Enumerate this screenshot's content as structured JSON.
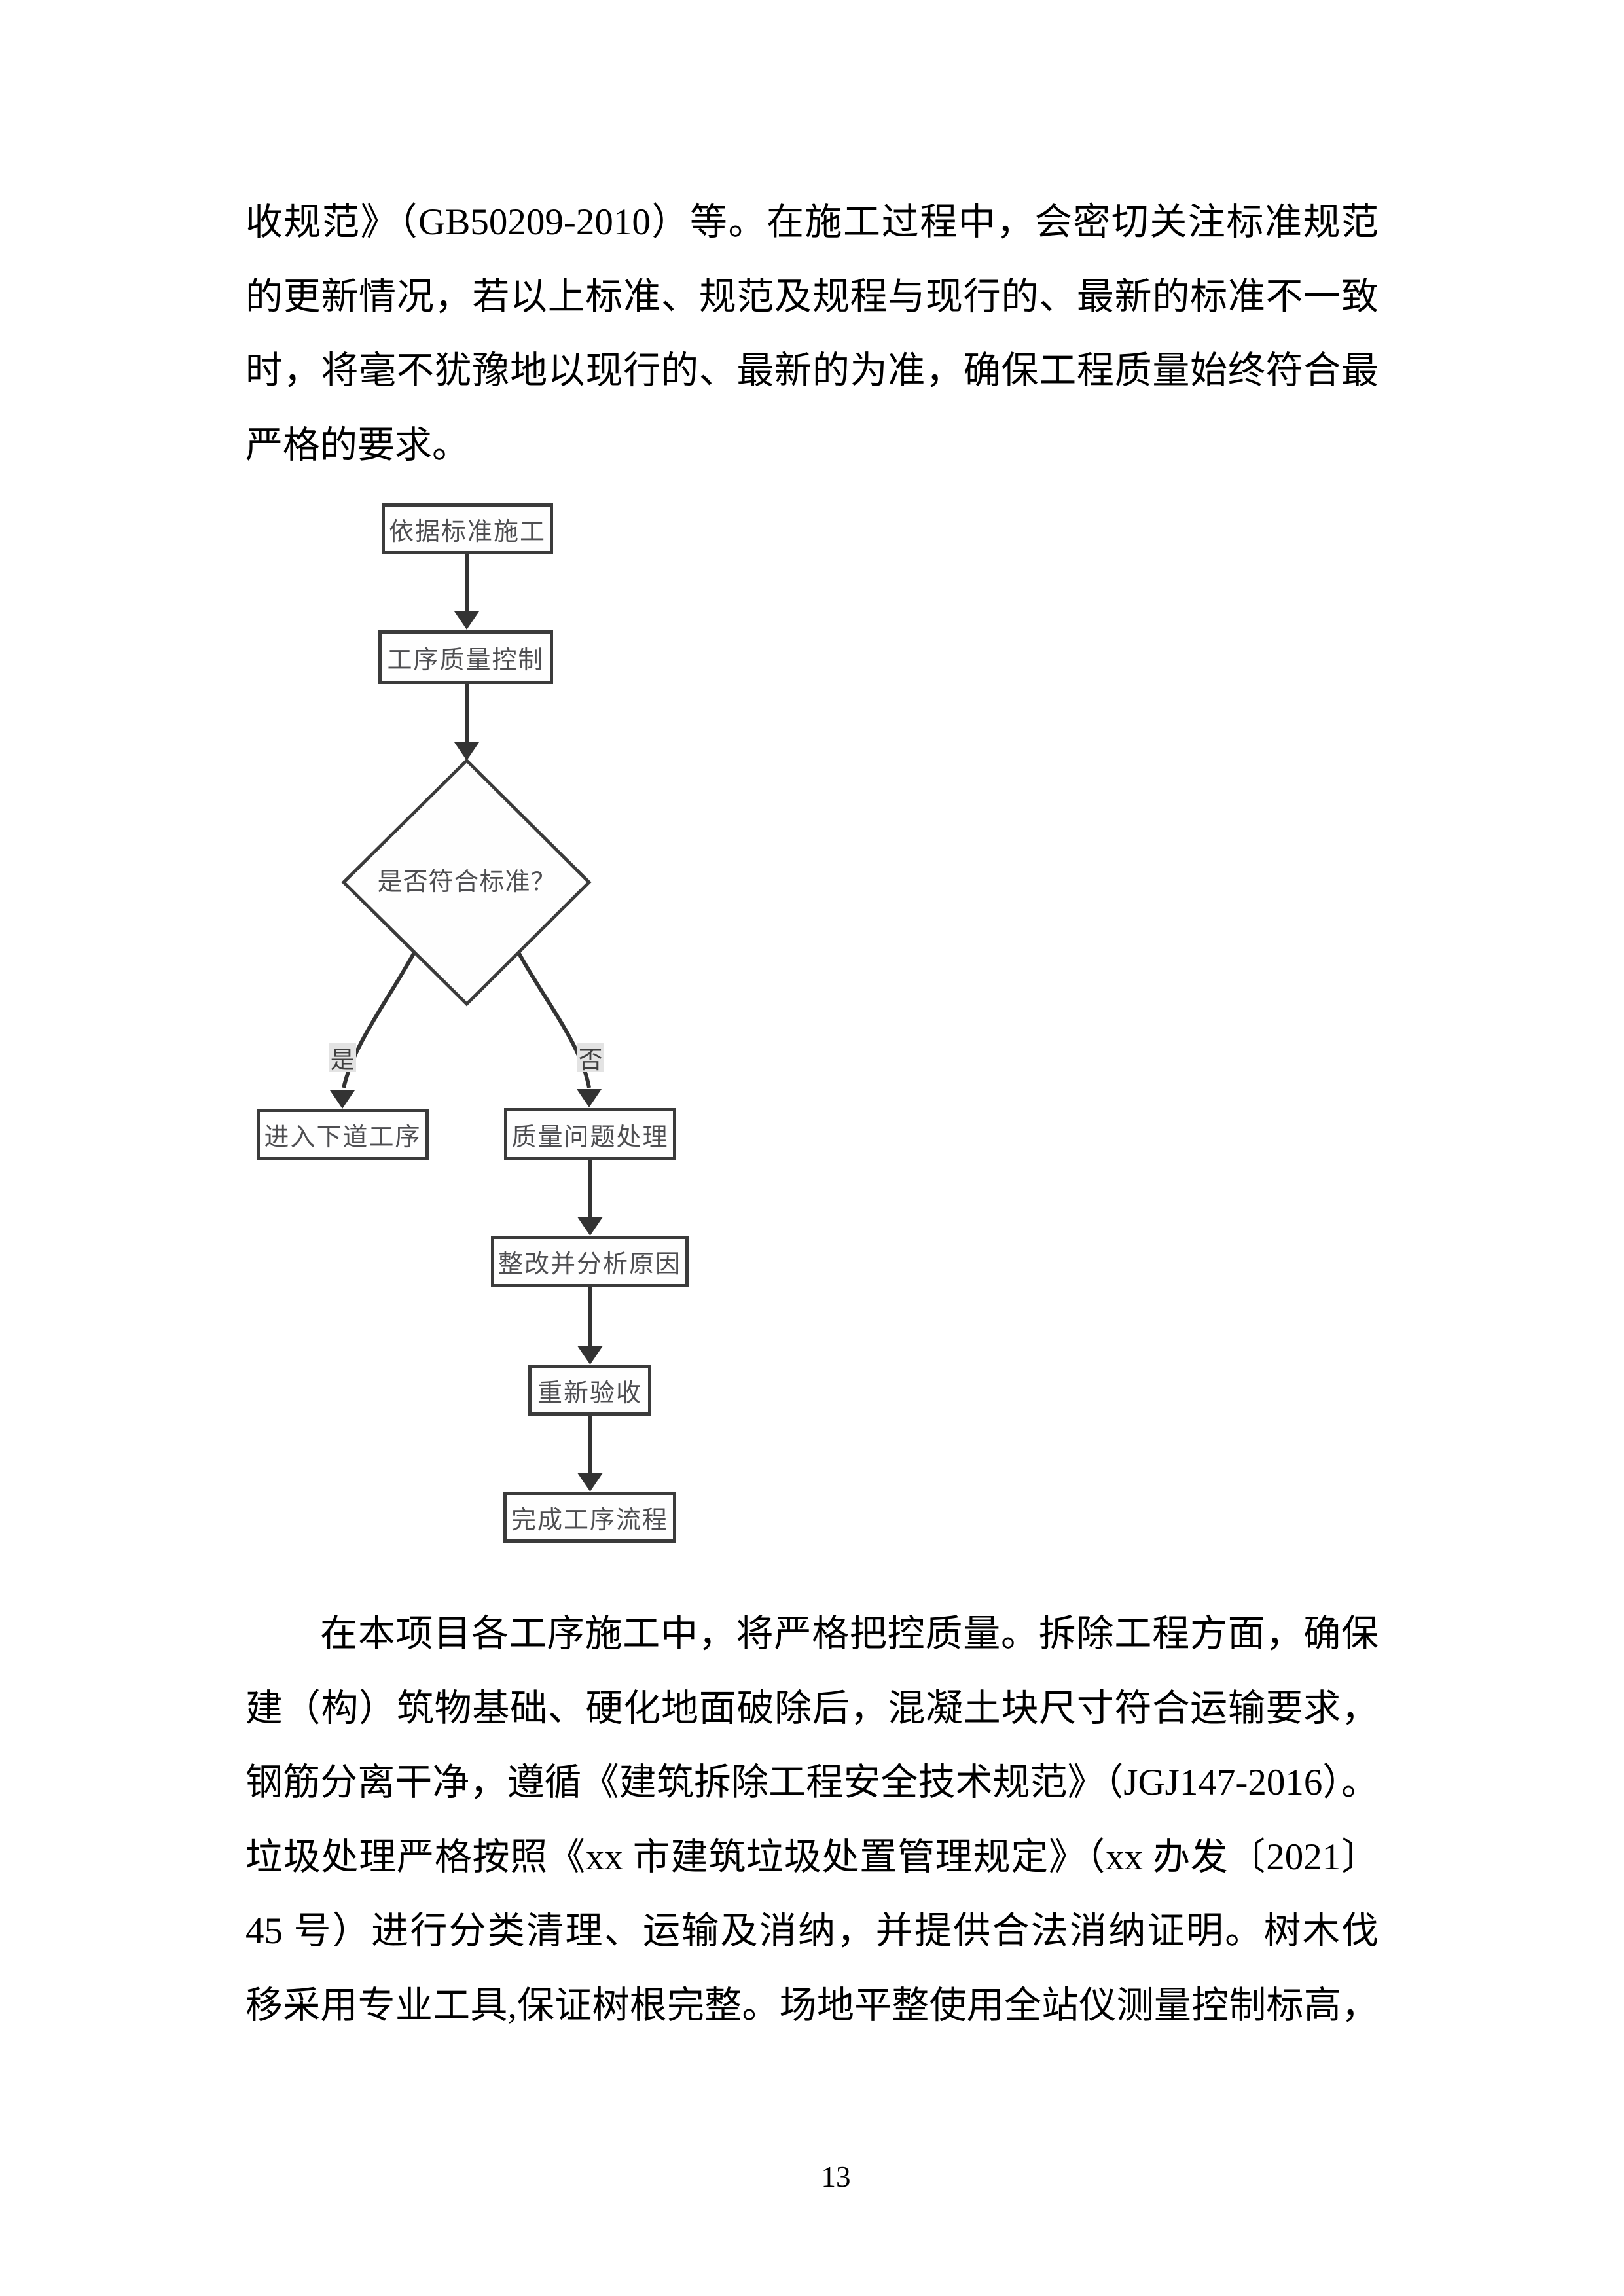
{
  "document": {
    "page_number": "13",
    "text_color": "#000000",
    "paragraph1": {
      "lines": [
        "收规范》（GB50209-2010）等。在施工过程中，会密切关注标准规范",
        "的更新情况，若以上标准、规范及规程与现行的、最新的标准不一致",
        "时，将毫不犹豫地以现行的、最新的为准，确保工程质量始终符合最",
        "严格的要求。"
      ]
    },
    "paragraph2": {
      "lines": [
        "在本项目各工序施工中，将严格把控质量。拆除工程方面，确保",
        "建（构）筑物基础、硬化地面破除后，混凝土块尺寸符合运输要求，",
        "钢筋分离干净，遵循《建筑拆除工程安全技术规范》（JGJ147-2016）。",
        "垃圾处理严格按照《xx 市建筑垃圾处置管理规定》（xx 办发〔2021〕",
        "45 号）进行分类清理、运输及消纳，并提供合法消纳证明。树木伐",
        "移采用专业工具,保证树根完整。场地平整使用全站仪测量控制标高，"
      ]
    }
  },
  "flowchart": {
    "type": "flow-diagram",
    "colors": {
      "node_border": "#3b3b3b",
      "node_text": "#4e4e51",
      "arrow": "#333333",
      "branch_label_bg": "#e3e3e3",
      "branch_label_text": "#3f3f3f"
    },
    "nodes": {
      "start": "依据标准施工",
      "quality_control": "工序质量控制",
      "decision": "是否符合标准？",
      "yes_label": "是",
      "no_label": "否",
      "next_process": "进入下道工序",
      "issue_handling": "质量问题处理",
      "rectify": "整改并分析原因",
      "reinspect": "重新验收",
      "complete": "完成工序流程"
    },
    "edges": [
      "start -> quality_control",
      "quality_control -> decision",
      "decision -是-> next_process",
      "decision -否-> issue_handling",
      "issue_handling -> rectify",
      "rectify -> reinspect",
      "reinspect -> complete"
    ]
  }
}
